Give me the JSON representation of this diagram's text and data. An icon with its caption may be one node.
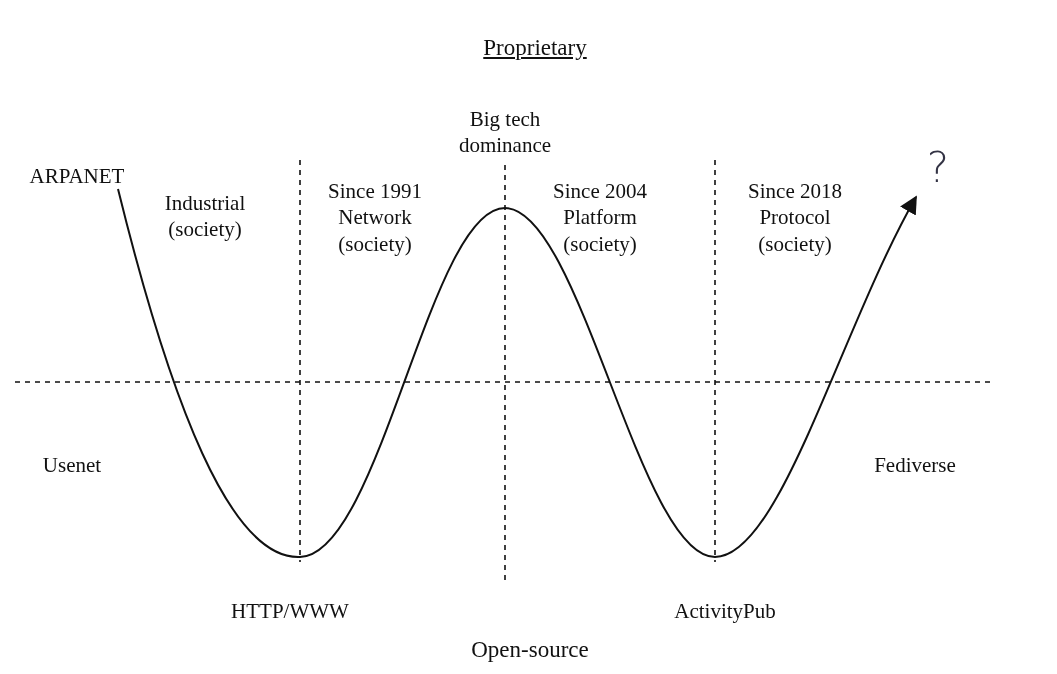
{
  "diagram": {
    "nodes": [
      {
        "text": [
          "?"
        ]
      },
      {
        "text": [
          "ARPANET"
        ]
      }
    ],
    "edges": [
      {
        "from": 1,
        "to": 0,
        "arrow": "to"
      }
    ],
    "labels": [
      "Proprietary",
      "Big tech dominance",
      "Industrial (society)",
      "Since 1991 Network (society)",
      "Since 2004 Platform (society)",
      "Since 2018 Protocol (society)",
      "Usenet",
      "Fediverse",
      "HTTP/WWW",
      "ActivityPub",
      "Open-source"
    ]
  }
}
